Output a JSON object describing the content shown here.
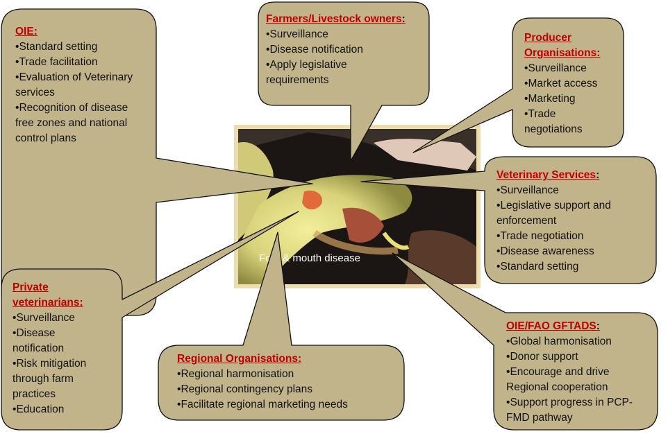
{
  "photo": {
    "caption": "Foot & mouth disease"
  },
  "oie": {
    "title": "OIE:",
    "items": [
      "Standard setting",
      "Trade facilitation",
      "Evaluation of Veterinary services",
      "Recognition of disease free zones and national control plans"
    ]
  },
  "farmers": {
    "title": "Farmers/Livestock owners",
    "suffix": ":",
    "items": [
      "Surveillance",
      "Disease notification",
      "Apply legislative requirements"
    ]
  },
  "producer": {
    "title": "Producer Organisations:",
    "items": [
      "Surveillance",
      "Market access",
      "Marketing",
      "Trade negotiations"
    ]
  },
  "veterinary_services": {
    "title": "Veterinary Services",
    "suffix": ":",
    "items": [
      "Surveillance",
      "Legislative support and enforcement",
      "Trade negotiation",
      "Disease awareness",
      "Standard setting"
    ]
  },
  "private_vets": {
    "title": "Private veterinarians:",
    "items": [
      "Surveillance",
      "Disease notification",
      "Risk mitigation through farm practices",
      "Education"
    ]
  },
  "regional": {
    "title": "Regional Organisations:",
    "items": [
      "Regional harmonisation",
      "Regional contingency plans",
      "Facilitate regional marketing needs"
    ]
  },
  "gftads": {
    "title": "OIE/FAO GFTADS",
    "suffix": ":",
    "items": [
      "Global harmonisation",
      "Donor support",
      "Encourage and drive Regional cooperation",
      "Support progress in PCP-FMD pathway"
    ]
  },
  "colors": {
    "bubble_fill": "#c2b48a",
    "title_red": "#c00000",
    "frame": "#ecdcae"
  }
}
